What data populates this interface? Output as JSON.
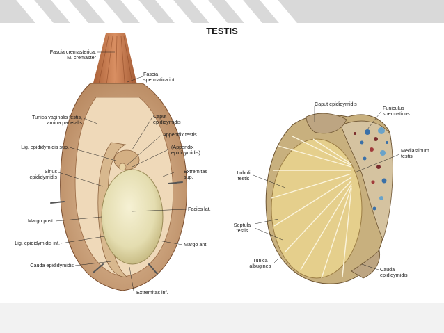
{
  "title": "TESTIS",
  "labels_left": {
    "fascia_cremasterica": "Fascia cremasterica,\nM. cremaster",
    "fascia_spermatica": "Fascia\nspermatica int.",
    "tunica_vaginalis": "Tunica vaginalis testis,\nLamina parietalis",
    "caput_epididymidis": "Caput\nepididymidis",
    "appendix_testis": "Appendix testis",
    "lig_sup": "Lig. epididymidis sup.",
    "appendix_epididymidis": "(Appendix\nepididymidis)",
    "sinus": "Sinus\nepididymidis",
    "extremitas_sup": "Extremitas\nsup.",
    "facies_lat": "Facies lat.",
    "margo_post": "Margo post.",
    "lig_inf": "Lig. epididymidis inf.",
    "margo_ant": "Margo ant.",
    "cauda": "Cauda epididymidis",
    "extremitas_inf": "Extremitas inf."
  },
  "labels_right": {
    "caput_epididymidis": "Caput epididymidis",
    "funiculus": "Funiculus\nspermaticus",
    "mediastinum": "Mediastinum\ntestis",
    "lobuli": "Lobuli\ntestis",
    "septula": "Septula\ntestis",
    "tunica_albuginea": "Tunica\nalbuginea",
    "cauda": "Cauda\nepididymidis"
  }
}
